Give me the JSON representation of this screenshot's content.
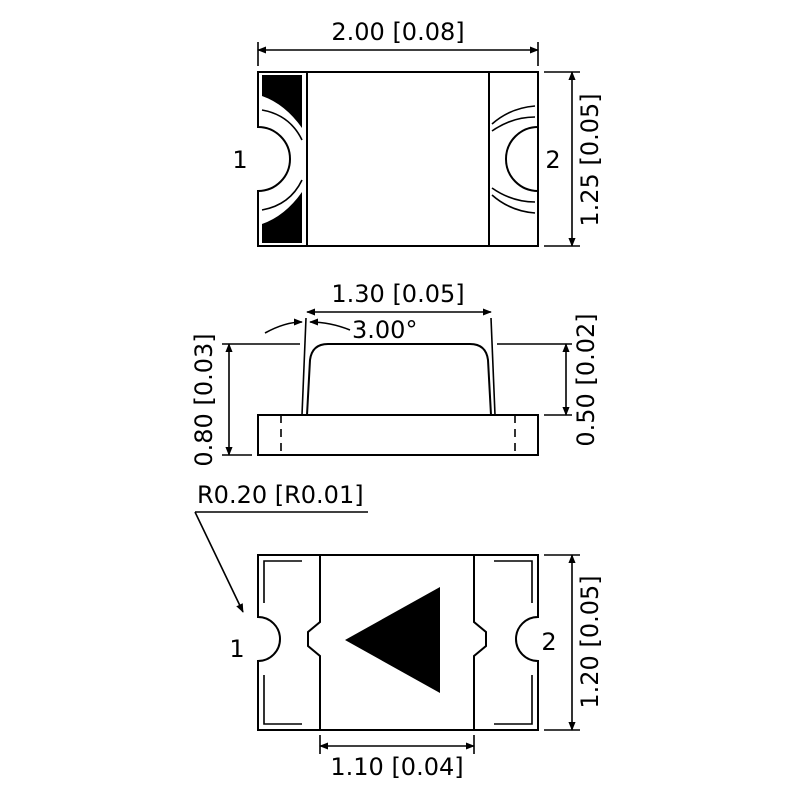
{
  "top_view": {
    "width_dim": "2.00 [0.08]",
    "height_dim": "1.25 [0.05]",
    "pin1": "1",
    "pin2": "2"
  },
  "side_view": {
    "lens_width_dim": "1.30 [0.05]",
    "draft_angle": "3.00°",
    "total_height_dim": "0.80 [0.03]",
    "lens_height_dim": "0.50 [0.02]"
  },
  "bottom_view": {
    "radius_callout": "R0.20 [R0.01]",
    "pad_gap_dim": "1.10 [0.04]",
    "height_dim": "1.20 [0.05]",
    "pin1": "1",
    "pin2": "2"
  }
}
